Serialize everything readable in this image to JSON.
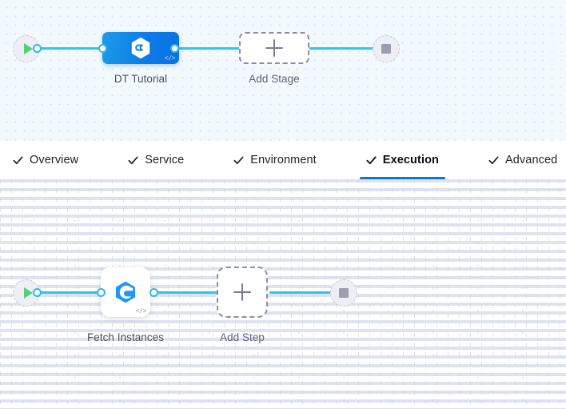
{
  "stage_canvas": {
    "name": "pipeline-stage-canvas",
    "background_color": "#f3fafd",
    "start_node": {
      "icon": "play-icon",
      "title": "Start"
    },
    "end_node": {
      "icon": "stop-square-icon",
      "title": "End"
    },
    "stage": {
      "label": "DT Tutorial",
      "icon": "harness-deployment-hexagon-icon",
      "code_badge": "</>",
      "color": "#0c7ae6"
    },
    "add_stage": {
      "label": "Add Stage",
      "icon": "plus-icon"
    }
  },
  "tabs": {
    "name": "stage-configuration-tabs",
    "active_index": 3,
    "active_underline_color": "#0a77d6",
    "check_icon": "check-icon",
    "items": [
      {
        "label": "Overview",
        "checked": true,
        "active": false
      },
      {
        "label": "Service",
        "checked": true,
        "active": false
      },
      {
        "label": "Environment",
        "checked": true,
        "active": false
      },
      {
        "label": "Execution",
        "checked": true,
        "active": true
      },
      {
        "label": "Advanced",
        "checked": true,
        "active": false
      }
    ]
  },
  "step_canvas": {
    "name": "execution-step-canvas",
    "background_color": "#ffffff",
    "start_node": {
      "icon": "play-icon",
      "title": "Start"
    },
    "end_node": {
      "icon": "stop-square-icon",
      "title": "End"
    },
    "step": {
      "label": "Fetch Instances",
      "icon": "fetch-instances-hexagon-icon",
      "code_badge": "</>"
    },
    "add_step": {
      "label": "Add Step",
      "icon": "plus-icon"
    }
  },
  "theme": {
    "edge_color": "#2fc3f0",
    "connector_ring_color": "#30b9e8",
    "play_color": "#52d17c",
    "stop_color": "#9d9db0",
    "dashed_border_color": "#8c8ca6"
  }
}
